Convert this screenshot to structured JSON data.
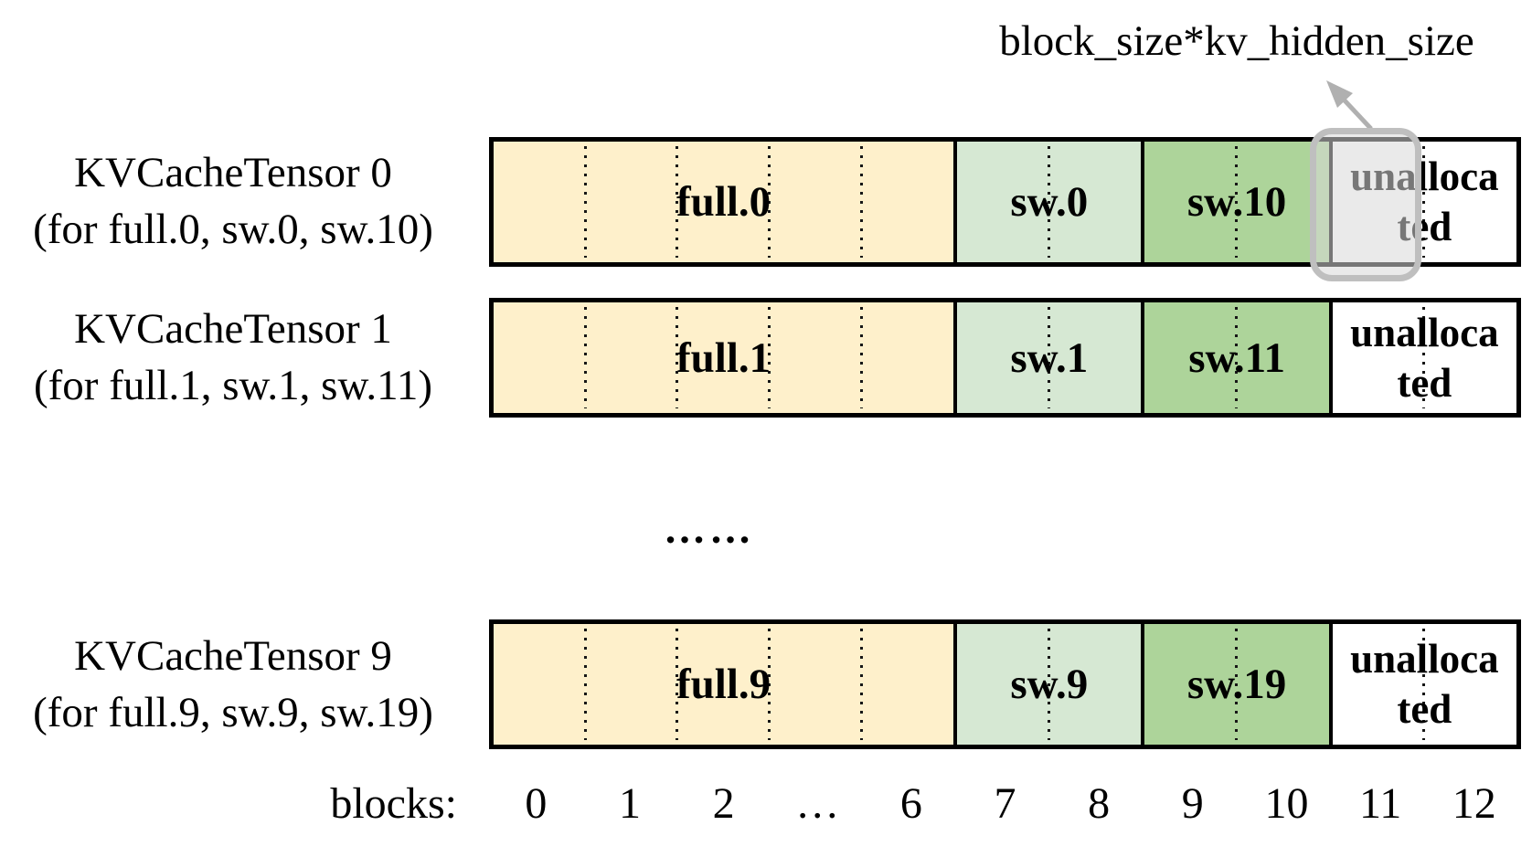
{
  "annotation": {
    "label": "block_size*kv_hidden_size"
  },
  "tensors": [
    {
      "title": "KVCacheTensor 0",
      "subtitle": "(for full.0, sw.0, sw.10)",
      "sections": {
        "full": "full.0",
        "sw_a": "sw.0",
        "sw_b": "sw.10",
        "unallocated_lines": [
          "unalloca",
          "ted"
        ]
      },
      "highlighted": true
    },
    {
      "title": "KVCacheTensor 1",
      "subtitle": "(for full.1, sw.1, sw.11)",
      "sections": {
        "full": "full.1",
        "sw_a": "sw.1",
        "sw_b": "sw.11",
        "unallocated_lines": [
          "unalloca",
          "ted"
        ]
      },
      "highlighted": false
    },
    {
      "title": "KVCacheTensor 9",
      "subtitle": "(for full.9, sw.9, sw.19)",
      "sections": {
        "full": "full.9",
        "sw_a": "sw.9",
        "sw_b": "sw.19",
        "unallocated_lines": [
          "unalloca",
          "ted"
        ]
      },
      "highlighted": false
    }
  ],
  "ellipsis": "……",
  "axis": {
    "label": "blocks:",
    "ticks": [
      "0",
      "1",
      "2",
      "…",
      "6",
      "7",
      "8",
      "9",
      "10",
      "11",
      "12"
    ]
  },
  "colors": {
    "full_fill": "#FEF0CB",
    "sw_a_fill": "#D6E8D3",
    "sw_b_fill": "#ADD49A",
    "unallocated_fill": "#FFFFFF",
    "border": "#000000",
    "highlight_fill": "#D9D9D9",
    "highlight_border": "#BFBFBF",
    "arrow": "#B0B0B0"
  }
}
